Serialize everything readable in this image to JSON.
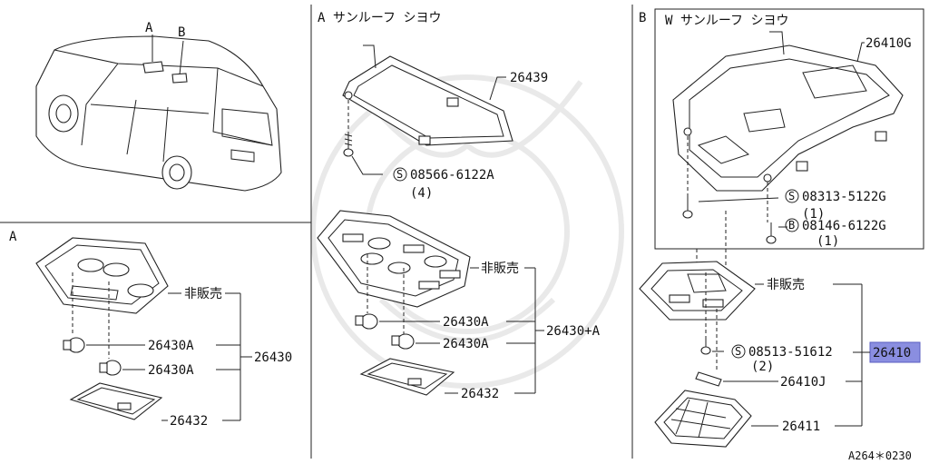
{
  "panels": {
    "top_left": {
      "label_a": "A",
      "label_b": "B"
    },
    "bottom_left": {
      "panel_label": "A"
    },
    "center": {
      "panel_title": "A サンルーフ シヨウ"
    },
    "right": {
      "panel_label": "B",
      "inset_title": "W サンルーフ シヨウ"
    }
  },
  "parts": {
    "left": {
      "not_sold": "非販売",
      "bulb_1": "26430A",
      "bulb_2": "26430A",
      "assembly": "26430",
      "lens": "26432"
    },
    "center": {
      "bracket": "26439",
      "screw": "08566-6122A",
      "screw_qty": "(4)",
      "not_sold": "非販売",
      "bulb_1": "26430A",
      "bulb_2": "26430A",
      "assembly": "26430+A",
      "lens": "26432"
    },
    "right": {
      "bracket": "26410G",
      "screw_1": "08313-5122G",
      "screw_1_qty": "(1)",
      "bolt": "08146-6122G",
      "bolt_qty": "(1)",
      "not_sold": "非販売",
      "screw_2": "08513-51612",
      "screw_2_qty": "(2)",
      "assembly": "26410",
      "bulb": "26410J",
      "lens": "26411"
    }
  },
  "symbols": {
    "screw_mark": "S",
    "bolt_mark": "B"
  },
  "footer": {
    "diagram_code": "A264＊0230"
  },
  "colors": {
    "highlight": "#8a8ee0",
    "line": "#222222"
  }
}
